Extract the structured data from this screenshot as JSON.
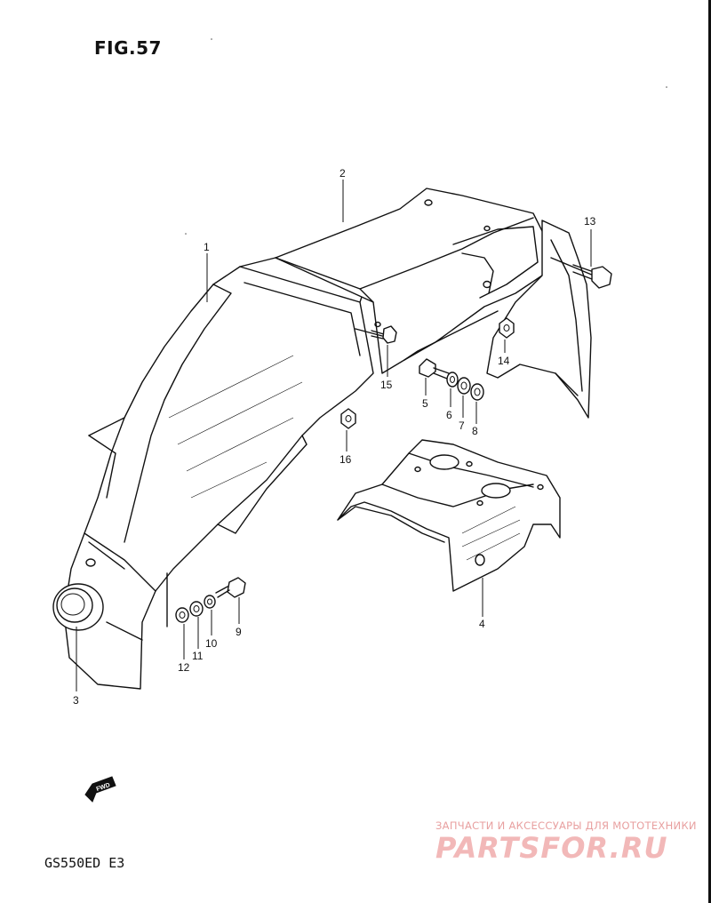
{
  "figure": {
    "title": "FIG.57",
    "model": "GS550ED E3"
  },
  "callouts": [
    {
      "id": "1",
      "label": "1"
    },
    {
      "id": "2",
      "label": "2"
    },
    {
      "id": "3",
      "label": "3"
    },
    {
      "id": "4",
      "label": "4"
    },
    {
      "id": "5",
      "label": "5"
    },
    {
      "id": "6",
      "label": "6"
    },
    {
      "id": "7",
      "label": "7"
    },
    {
      "id": "8",
      "label": "8"
    },
    {
      "id": "9",
      "label": "9"
    },
    {
      "id": "10",
      "label": "10"
    },
    {
      "id": "11",
      "label": "11"
    },
    {
      "id": "12",
      "label": "12"
    },
    {
      "id": "13",
      "label": "13"
    },
    {
      "id": "14",
      "label": "14"
    },
    {
      "id": "15",
      "label": "15"
    },
    {
      "id": "16",
      "label": "16"
    }
  ],
  "direction_marker": {
    "label": "FWD",
    "icon": "fwd-arrow-icon"
  },
  "watermark": {
    "line1": "ЗАПЧАСТИ И АКСЕССУАРЫ ДЛЯ МОТОТЕХНИКИ",
    "line2": "PARTSFOR.RU",
    "color": "#f2b8b8"
  }
}
